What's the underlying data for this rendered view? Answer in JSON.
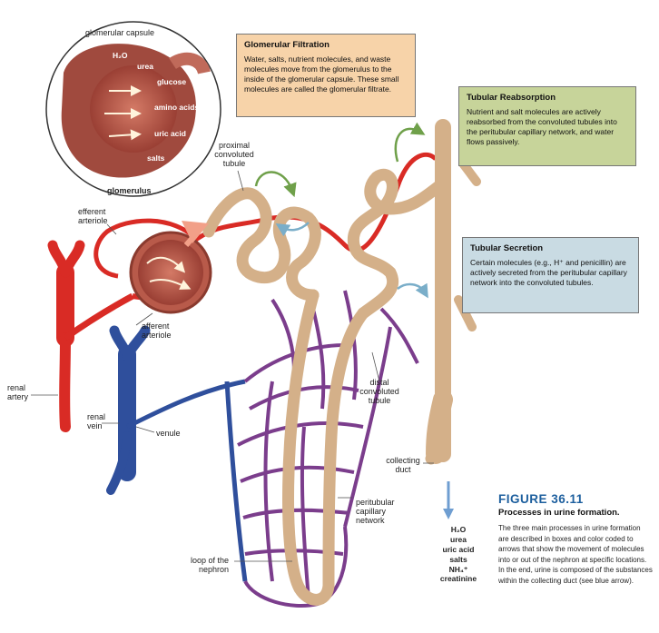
{
  "inset": {
    "capsule_label": "glomerular capsule",
    "glomerulus_label": "glomerulus",
    "molecules": [
      "H₂O",
      "urea",
      "glucose",
      "amino acids",
      "uric acid",
      "salts"
    ]
  },
  "labels": {
    "proximal": "proximal convoluted tubule",
    "efferent": "efferent arteriole",
    "afferent": "afferent arteriole",
    "renal_artery": "renal artery",
    "renal_vein": "renal vein",
    "venule": "venule",
    "distal": "distal convoluted tubule",
    "collecting": "collecting duct",
    "peritubular": "peritubular capillary network",
    "loop": "loop of the nephron"
  },
  "boxes": {
    "filtration": {
      "title": "Glomerular Filtration",
      "text": "Water, salts, nutrient molecules, and waste molecules move from the glomerulus to the inside of the glomerular capsule. These small molecules are called the glomerular filtrate."
    },
    "reabsorption": {
      "title": "Tubular Reabsorption",
      "text": "Nutrient and salt molecules are actively reabsorbed from the convoluted tubules into the peritubular capillary network, and water flows passively."
    },
    "secretion": {
      "title": "Tubular Secretion",
      "text": "Certain molecules (e.g., H⁺ and penicillin) are actively secreted from the peritubular capillary network into the convoluted tubules."
    }
  },
  "urine": [
    "H₂O",
    "urea",
    "uric acid",
    "salts",
    "NH₄⁺",
    "creatinine"
  ],
  "caption": {
    "figure": "FIGURE 36.11",
    "title": "Processes in urine formation.",
    "body": "The three main processes in urine formation are described in boxes and color coded to arrows that show the movement of molecules into or out of the nephron at specific locations. In the end, urine is composed of the substances within the collecting duct (see blue arrow)."
  },
  "colors": {
    "artery": "#d92b25",
    "vein": "#2f4f9c",
    "tubule": "#d4b089",
    "capillary": "#7b3d8c",
    "filtration_arrow": "#f2a088",
    "reabsorption_arrow": "#6fa04a",
    "secretion_arrow": "#7aaec9",
    "urine_arrow": "#6f9ed1"
  }
}
